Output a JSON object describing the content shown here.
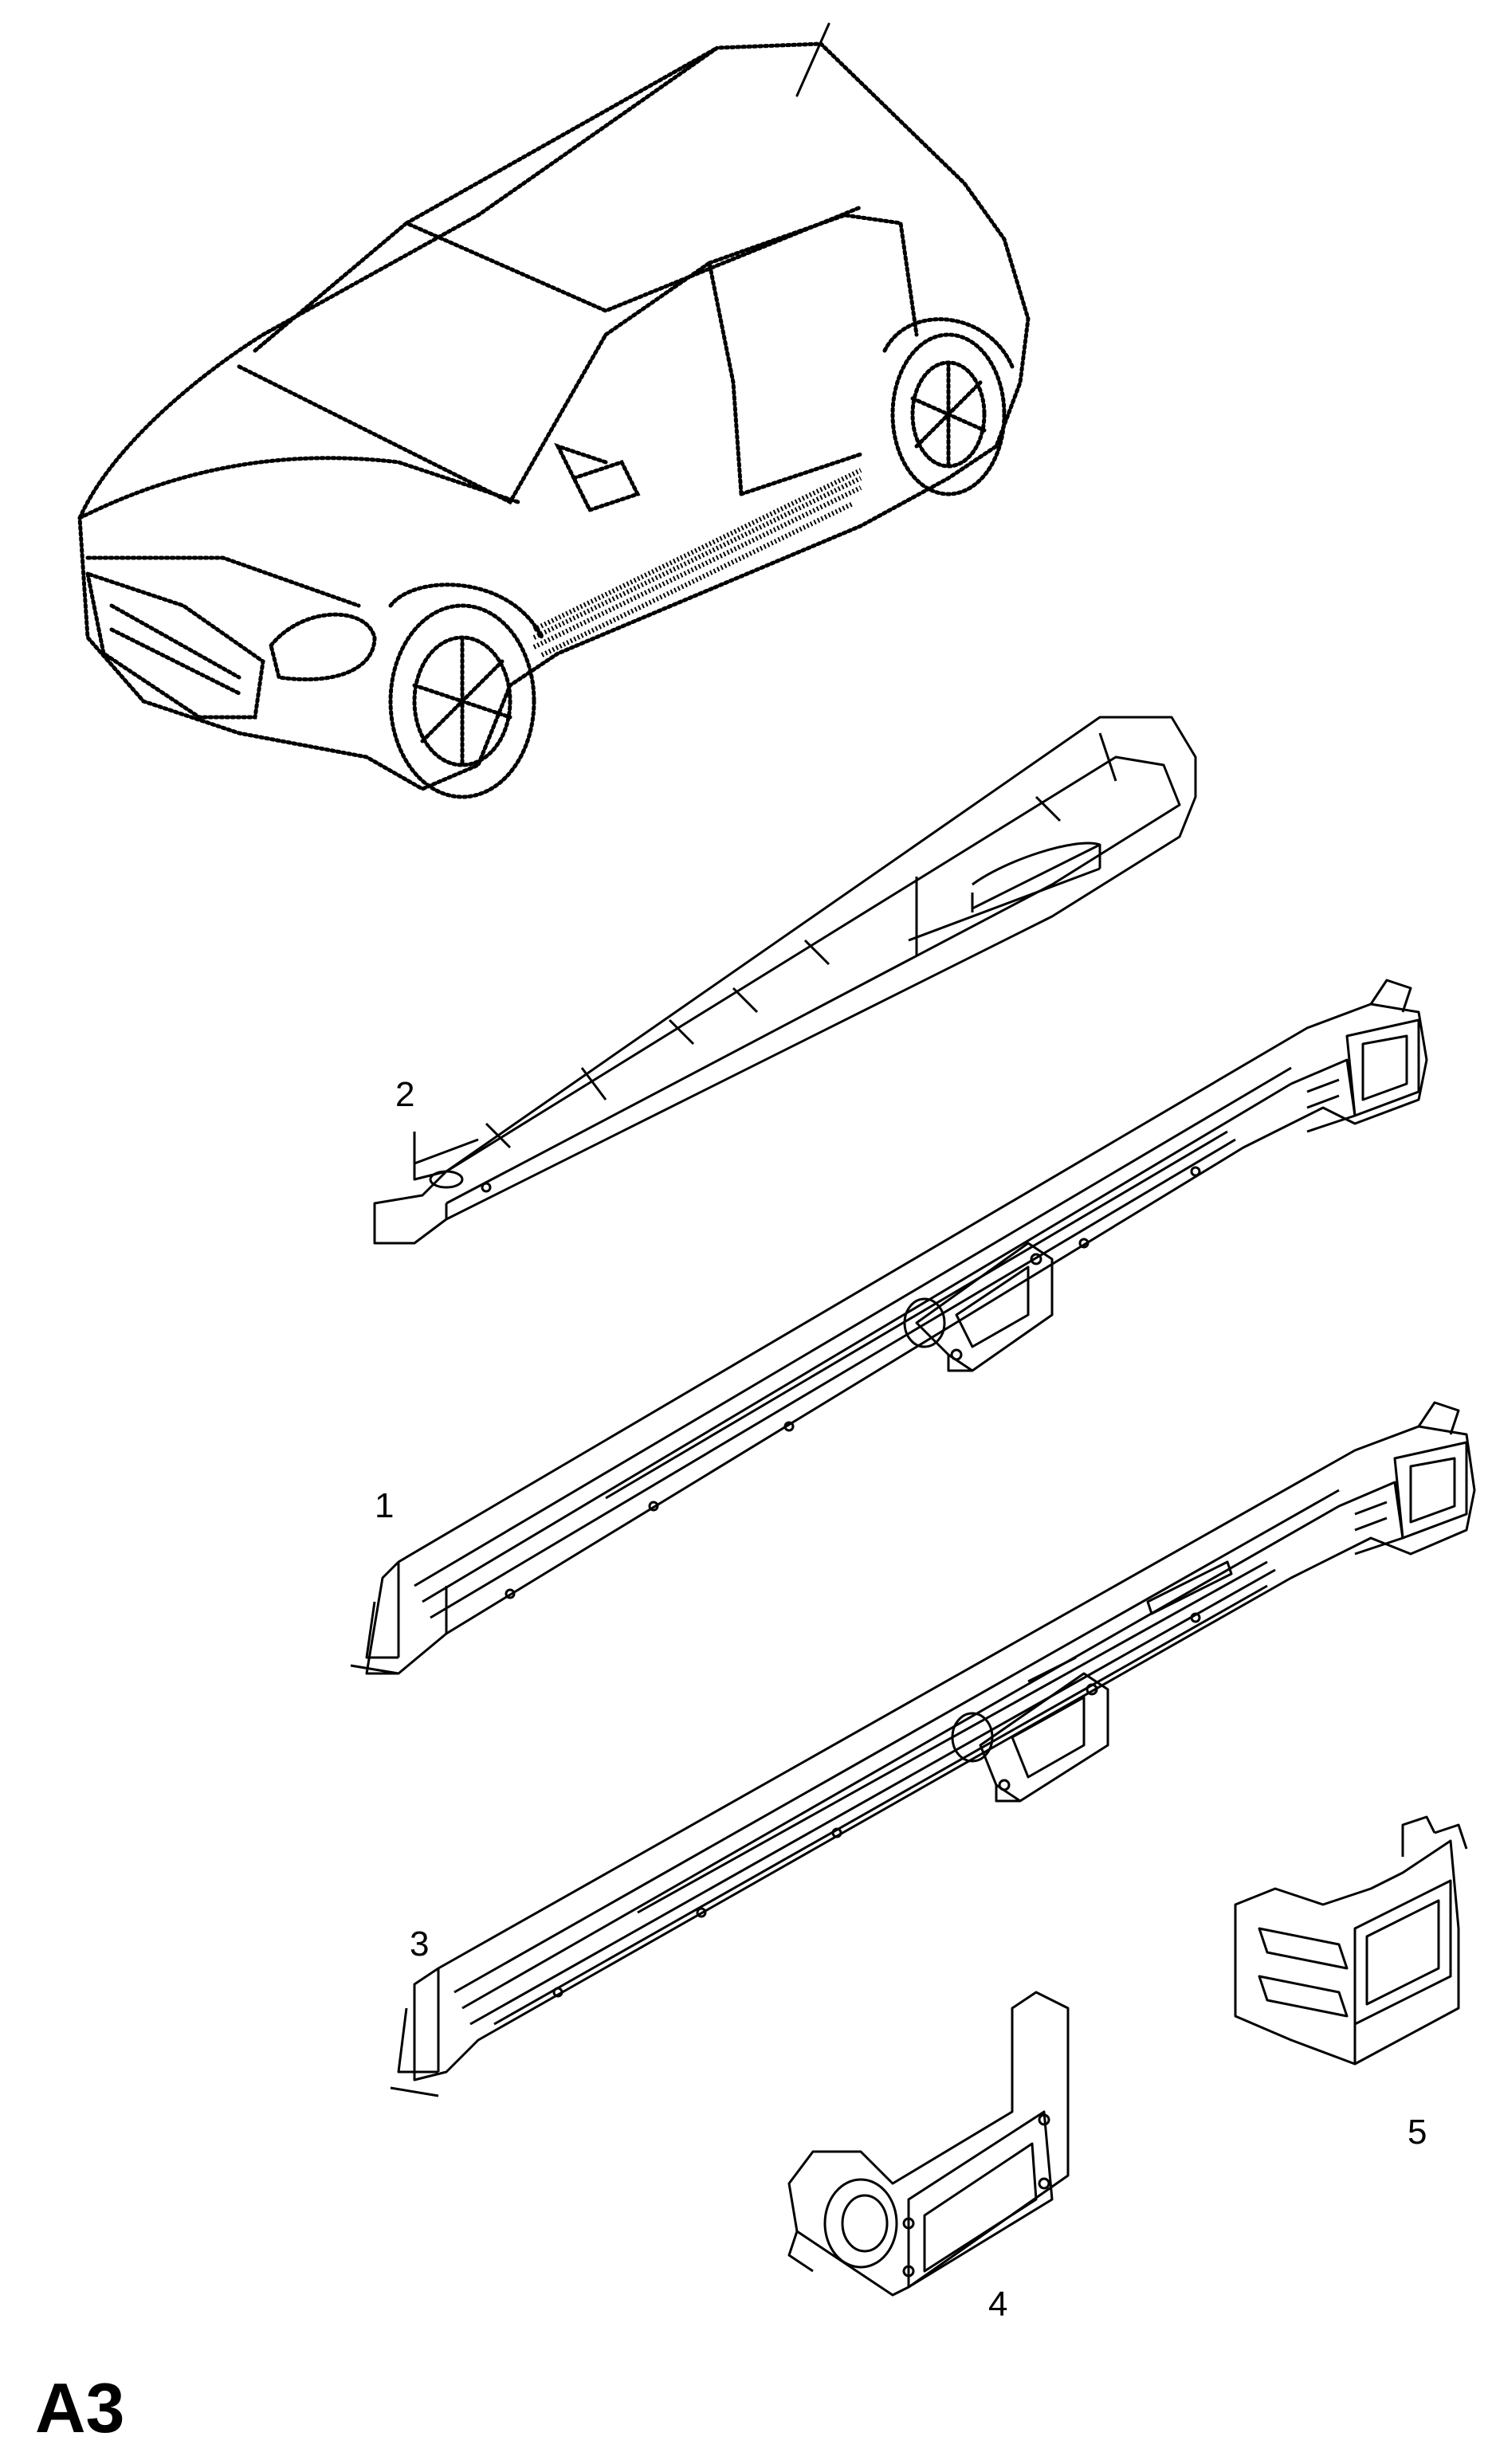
{
  "sheet_code": "A3",
  "callouts": {
    "part_1": "1",
    "part_2": "2",
    "part_3": "3",
    "part_4": "4",
    "part_5": "5"
  },
  "colors": {
    "line": "#000000",
    "background": "#ffffff"
  },
  "icons": [
    "car-illustration",
    "rocker-reinforcement",
    "sill-panel",
    "bracket"
  ]
}
